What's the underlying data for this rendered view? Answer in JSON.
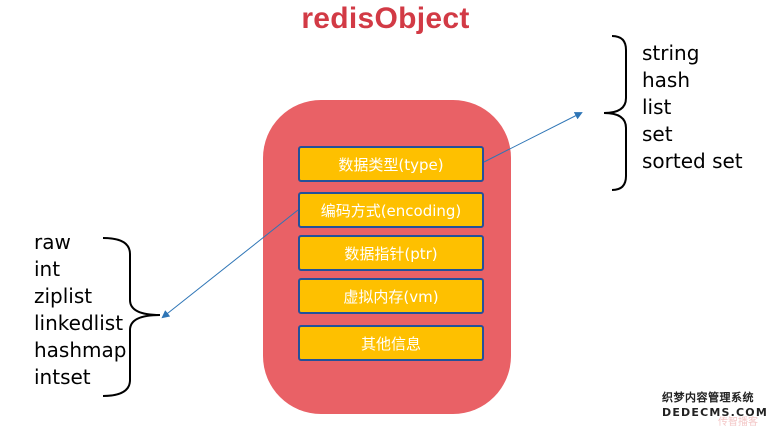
{
  "title": "redisObject",
  "fields": [
    {
      "label": "数据类型(type)"
    },
    {
      "label": "编码方式(encoding)"
    },
    {
      "label": "数据指针(ptr)"
    },
    {
      "label": "虚拟内存(vm)"
    },
    {
      "label": "其他信息"
    }
  ],
  "types": [
    "string",
    "hash",
    "list",
    "set",
    "sorted set"
  ],
  "encodings": [
    "raw",
    "int",
    "ziplist",
    "linkedlist",
    "hashmap",
    "intset"
  ],
  "watermark": {
    "line1": "织梦内容管理系统",
    "line2": "DEDECMS.COM",
    "line3": "传智播客"
  },
  "colors": {
    "title": "#d23a45",
    "container": "#e96166",
    "field_fill": "#fec000",
    "field_border": "#23519a",
    "arrow": "#2e75b6"
  }
}
